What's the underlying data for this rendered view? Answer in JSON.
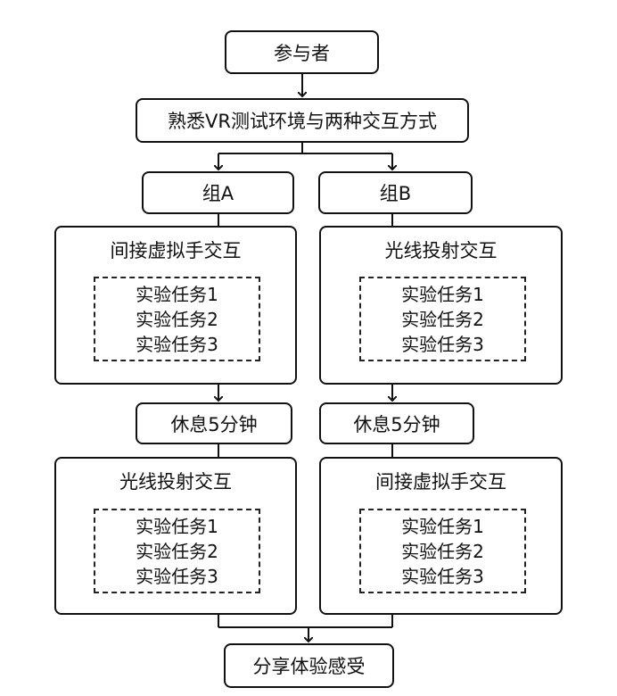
{
  "nodes": {
    "participants": "参与者",
    "familiarize": "熟悉VR测试环境与两种交互方式",
    "group_a": "组A",
    "group_b": "组B",
    "share": "分享体验感受"
  },
  "group_a": {
    "phase1": {
      "title": "间接虚拟手交互",
      "tasks": [
        "实验任务1",
        "实验任务2",
        "实验任务3"
      ]
    },
    "rest": "休息5分钟",
    "phase2": {
      "title": "光线投射交互",
      "tasks": [
        "实验任务1",
        "实验任务2",
        "实验任务3"
      ]
    }
  },
  "group_b": {
    "phase1": {
      "title": "光线投射交互",
      "tasks": [
        "实验任务1",
        "实验任务2",
        "实验任务3"
      ]
    },
    "rest": "休息5分钟",
    "phase2": {
      "title": "间接虚拟手交互",
      "tasks": [
        "实验任务1",
        "实验任务2",
        "实验任务3"
      ]
    }
  }
}
